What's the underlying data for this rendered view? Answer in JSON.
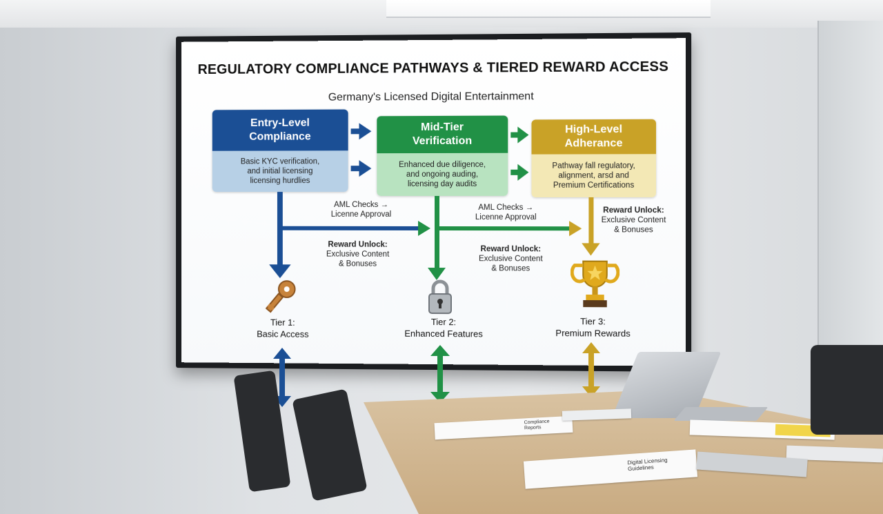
{
  "diagram": {
    "title": "REGULATORY COMPLIANCE PATHWAYS & TIERED REWARD ACCESS",
    "subtitle": "Germany's Licensed Digital Entertainment",
    "stages": [
      {
        "heading_line1": "Entry-Level",
        "heading_line2": "Compliance",
        "body": [
          "Basic KYC verification,",
          "and initial licensing",
          "licensing hurdlies"
        ],
        "color": "#1b4f95",
        "light_color": "#b7d0e6"
      },
      {
        "heading_line1": "Mid-Tier",
        "heading_line2": "Verification",
        "body": [
          "Enhanced due diligence,",
          "and ongoing auding,",
          "licensing day audits"
        ],
        "color": "#219146",
        "light_color": "#b8e3c0"
      },
      {
        "heading_line1": "High-Level",
        "heading_line2": "Adherance",
        "body": [
          "Pathway fall regulatory,",
          "alignment, arsd and",
          "Premium Certifications"
        ],
        "color": "#c9a227",
        "light_color": "#f3e8b5"
      }
    ],
    "connectors": [
      {
        "line1": "AML Checks →",
        "line2": "Licenne Approval"
      },
      {
        "line1": "AML Checks →",
        "line2": "Licenne Approval"
      }
    ],
    "rewards": [
      {
        "line1": "Reward Unlock:",
        "line2": "Exclusive Content",
        "line3": "& Bonuses"
      },
      {
        "line1": "Reward Unlock:",
        "line2": "Exclusive Content",
        "line3": "& Bonuses"
      },
      {
        "line1": "Reward Unlock:",
        "line2": "Exclusive Content",
        "line3": "& Bonuses"
      }
    ],
    "tiers": [
      {
        "line1": "Tier 1:",
        "line2": "Basic Access",
        "icon": "key-icon"
      },
      {
        "line1": "Tier 2:",
        "line2": "Enhanced Features",
        "icon": "padlock-icon"
      },
      {
        "line1": "Tier 3:",
        "line2": "Premium Rewards",
        "icon": "trophy-icon"
      }
    ]
  },
  "desk_papers": [
    {
      "text": "Compliance Reports"
    },
    {
      "text": "Digital Licensing Guidelines"
    }
  ]
}
